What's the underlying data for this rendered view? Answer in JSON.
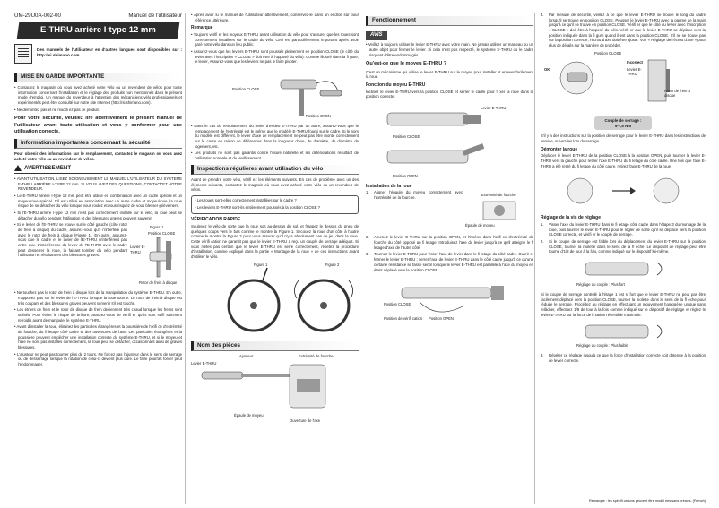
{
  "header": {
    "doc_id": "UM-29U0A-002-00",
    "manual": "Manuel de l'utilisateur",
    "title": "E-THRU arrière I-type 12 mm",
    "online_notice": "Des manuels de l'utilisateur en d'autres langues sont disponibles sur : http://si.shimano.com"
  },
  "col1": {
    "sec_important": "MISE EN GARDE IMPORTANTE",
    "important_items": [
      "Contactez le magasin où vous avez acheté votre vélo ou un revendeur de vélos pour toute information concernant l'installation et le réglage des produits non mentionnés dans le présent mode d'emploi. Un manuel du revendeur à l'attention des mécaniciens vélo professionnels et expérimentés peut être consulté sur notre site Internet (http://si.shimano.com).",
      "Ne démontez pas et ne modifi ez pas ce produit."
    ],
    "safety_notice": "Pour votre sécurité, veuillez lire attentivement le présent manuel de l'utilisateur avant toute utilisation et vous y conformer pour une utilisation correcte.",
    "sec_safety": "Informations importantes concernant la sécurité",
    "safety_replace": "Pour obtenir des informations sur le remplacement, contactez le magasin où vous avez acheté votre vélo ou un revendeur de vélos.",
    "warning_title": "AVERTISSEMENT",
    "warning_items": [
      "AVANT UTILISATION, LISEZ SOIGNEUSEMENT LE MANUEL L'UTILISATEUR DU SYSTÈME E-THRU ARRIÈRE I-TYPE 12 mm. SI VOUS AVEZ DES QUESTIONS, CONTACTEZ VOTRE REVENDEUR.",
      "Le E-THRU arrière I-type 12 mm peut être utilisé en combinaison avec un cadre spécial et un moyeu/roue spécial. S'il est utilisé en association avec un autre cadre et moyeu/roue, la roue risque de se détacher du vélo lorsque vous roulez et vous risquez de vous blesser grièvement.",
      "Si l'E-THRU arrière I-type 12 mm n'est pas correctement installé sur le vélo, la roue peut se détacher du vélo pendant l'utilisation et des blessures graves peuvent survenir.",
      "Si le levier de l'E-THRU se trouve sur le côté gauche (côté rotor de frein à disque) du cadre, assurez-vous qu'il n'interfère pas avec le rotor de frein à disque (Figure 1). En outre, assurez-vous que le cadre et le lavier de l'E-THRU n'interfèrent pas entre eux. L'interférence du levier de l'E-THRU avec le cadre peut desserrer la roue, la faisant tomber du vélo pendant l'utilisation et résultant en des blessures graves.",
      "Ne touchez pas le rotor de frein à disque lors de la manipulation du système E-THRU. En outre, n'appuyez pas sur le levier de l'E-THRU lorsque la roue tourne. Le rotor de frein à disque est très coupant et des blessures graves peuvent survenir s'il est touché.",
      "Les étriers de frein et le rotor de disque de frein deviennent très chaud lorsque les freins sont utilisés. Pour éviter le risque de brûlure, assurez-vous de vérifi er qu'ils sont suffi samment refroidis avant de manipuler le système E-THRU.",
      "Avant d'installer la roue, éliminez les particules étrangères et la poussière de l'orifi ce d'extrémité de fourche, du fi letage côté cadre et des ouvertures de l'axe. Les particules étrangères et la poussière peuvent empêcher une installation correcte du système E-THRU, et si le moyeu et l'axe ne sont pas installés correctement, la roue peut se détacher, occasionnant ainsi de graves blessures.",
      "L'ajusteur ne peut pas tourner plus de 2 tours. Ne forcez pas l'ajusteur dans le sens de serrage ou de desserrage lorsque la rotation de celui-ci devient plus dure. Le faire pourrait forcer peut l'endommager."
    ],
    "fig1_label": "Figure 1",
    "fig1_lever": "Levier E-THRU",
    "fig1_close": "Position CLOSE",
    "fig1_rotor": "Rotor de frein à disque"
  },
  "col2": {
    "top_items": [
      "Après avoir lu le manuel de l'utilisateur attentivement, conservez-le dans un endroit sûr pour référence ultérieure."
    ],
    "remark_title": "Remarque",
    "remark_items": [
      "Toujours vérifi er les moyeux E-THRU avant utilisation du vélo pour s'assurer que les roues sont correctement installées sur le cadre du vélo. Ceci est particulièrement important après avoir garé votre vélo dans un lieu public.",
      "Assurez-vous que les leviers E-THRU sont poussés pleinement en position CLOSE (le côté du levier avec l'inscription « CLOSE » doit être à l'opposé du vélo). Comme illustré dans la fi gure, le levier, Assurez-vous que les leviers ne pas le faire pivoter."
    ],
    "fig_close": "Position CLOSE",
    "fig_open": "Position OPEN",
    "mid_items": [
      "Dans le cas du remplacement du levier d'essieu E-THRU par un autre, assurez-vous que le remplacement de l'extrémité est le même que le modèle E-THRU fourni sur le cadre. Si le nom du modèle est différent, le levier d'axe de remplacement ne peut pas être monté correctement sur le cadre en raison de différences dans la longueur d'axe, de diamètre, de diamètre de logement, etc.",
      "Les produits ne sont pas garantis contre l'usure naturelle et les détériorations résultant de l'utilisation normale et du vieillissement."
    ],
    "sec_inspect": "Inspections régulières avant utilisation du vélo",
    "inspect_intro": "Avant de prendre votre vélo, vérifi ez les éléments suivants. En cas de problème avec un des éléments suivants, contactez le magasin où vous avez acheté votre vélo ou un revendeur de vélos.",
    "inspect_items": [
      "Les roues sont-elles correctement installées sur le cadre ?",
      "Les leviers E-THRU sont-ils entièrement poussés à la position CLOSE ?"
    ],
    "quick_title": "VÉRIFICATION RAPIDE",
    "quick_text": "Soulevez le vélo de sorte que la roue soit au-dessus du sol, et frappez le dessus du pneu de quelques coups vers le bas comme le montre la Figure 1. Secouez la roue d'un côté à l'autre comme le montre la Figure 2 pour vous assurer qu'il n'y a absolument pas de jeu dans la roue. Cette vérifi cation ne garantit pas que le levier E-THRU a reçu un couple de serrage adéquat. Si vous n'êtes pas certain que le levier E-THRU est serré correctement, répétez la procédure d'installation, comme expliqué dans la partie « Montage de la roue » de ces instructions avant d'utiliser le vélo.",
    "fig1": "Figure 1",
    "fig2": "Figure 2",
    "sec_parts": "Nom des pièces",
    "parts": {
      "lever": "Levier E-THRU",
      "adjuster": "Ajusteur",
      "fork_end": "Extrémité de fourche",
      "shoulder": "Épaule de moyeu",
      "axle_open": "Ouverture de l'axe"
    }
  },
  "col3": {
    "sec_func": "Fonctionnement",
    "notice_tag": "AVIS",
    "notice_items": [
      "Veillez à toujours utiliser le levier E-THRU avec votre main. Ne jamais utiliser un marteau ou un autre objet pour fermer le levier. Si cela n'est pas respecté, le système E-THRU ou le cadre risquent d'être endommagés."
    ],
    "what_title": "Qu'est-ce que le moyeu E-THRU ?",
    "what_text": "C'est un mécanisme qui utilise le levier E-THRU sur le moyeu pour installer et enlever facilement la roue.",
    "func_title": "Fonction du moyeu E-THRU",
    "func_text": "Inclinez le levier E-THRU vers la position CLOSE et serrer le cadre pour fi xer la roue dans la position correcte.",
    "fig_lever": "Levier E-THRU",
    "fig_close": "Position CLOSE",
    "fig_open": "Position OPEN",
    "install_title": "Installation de la roue",
    "steps": [
      "Aligner l'épaule du moyeu correctement avec l'extrémité de la fourche.",
      "Amenez le levier E-THRU sur la position OPEN, et l'insérer dans l'orifi ce d'extrémité de fourche du côté opposé au fi letage. Introduisez l'axe du levier jusqu'à ce qu'il atteigne le fi letage d'axe de l'autre côté.",
      "Tournez le levier E-THRU pour visser l'axe de levier dans le fi letage du côté cadre. Ouvrir et fermer le levier E-THRU ; serrer l'axe de levier E-THRU dans le côté cadre jusqu'à ce qu'une certaine résistance se fasse sentir lorsque le levier E-THRU est parallèle à l'axe du moyeu en étant déplacé vers la position CLOSE."
    ],
    "fig_fork_end": "Extrémité de fourche",
    "fig_shoulder": "Épaule de moyeu",
    "fig_close2": "Position CLOSE",
    "fig_open2": "Position OPEN",
    "fig_thread": "Position de vérifi cation"
  },
  "col4": {
    "step4": "Par mesure de sécurité, veillez à ce que le levier E-THRU se trouve le long du cadre lorsqu'il se trouve en position CLOSE. Pousser le levier E-THRU avec la paume de la main jusqu'à ce qu'il se trouve en position CLOSE. Vérifi er que le côté du levier avec l'inscription « CLOSE » doit être à l'opposé du vélo. Vérifi er que le levier E-THRU se déplace vers la position indiquée dans la fi gure quand il est dans la position CLOSE. S'il ne se trouve pas sur la position correcte, l'écrou d'axe doit être ajusté. Voir « Réglage de l'écrou d'axe » pour plus de détails sur la manière de procéder.",
    "fig_close": "Position CLOSE",
    "ok": "OK",
    "incorrect": "Incorrect",
    "lever": "Levier E-THRU",
    "rotor": "Rotor de frein à disque",
    "torque_label": "Couple de serrage :",
    "torque_value": "5-7,5 Nm",
    "torque_note": "S'il y a des instructions sur la position de serrage pour le levier E-THRU dans les instructions de service, suivez-les lors du serrage.",
    "remove_title": "Démonter la roue",
    "remove_text": "Déplacer le levier E-THRU de la position CLOSE à la position OPEN, puis tourner le levier E-THRU vers la gauche pour retirer l'axe E-THRU du fi letage du côté cadre. Une fois que l'axe E-THRU a été retiré du fi letage du côté cadre, retirez l'axe E-THRU de la roue.",
    "adjust_title": "Réglage de la vis de réglage",
    "adjust_steps": [
      "Visser l'axe du levier E-THRU dans le fi letage côté cadre dans l'étape 3 du montage de la roue, puis tourner le levier E-THRU pour le régler de sorte qu'il se déplace vers la position CLOSE correcte, et vérifi er le couple de serrage.",
      "Si le couple de serrage est faible lors du déplacement du levier E-THRU sur la position CLOSE, tourner la molette dans le sens de la fl èche. Le dispositif de réglage peut être tourné d'1/8 de tour à la fois, comme indiqué sur le dispositif lui-même."
    ],
    "fig_strong": "Réglage du couple : Plus fort",
    "weak_note": "Si le couple de serrage contrôlé à l'étape 1 est si fort que le levier E-THRU ne peut pas être facilement déplacé vers la position CLOSE, tourner la molette dans le sens de la fl èche pour réduire le serrage. Procédez au réglage en effectuant un mouvement homogène unique sans relâcher, effectuez 1/8 de tour à la fois comme indiqué sur le dispositif de réglage et réglez le levier E-THRU sur la force de fi xation réversible maximale.",
    "fig_weak": "Réglage du couple : Plus faible",
    "step3": "Répéter ce réglage jusqu'à ce que la force d'installation correcte soit obtenue à la position de levier correcte.",
    "footer": "Remarque : les spécifi cations peuvent être modifi ées sans préavis. (French)"
  }
}
